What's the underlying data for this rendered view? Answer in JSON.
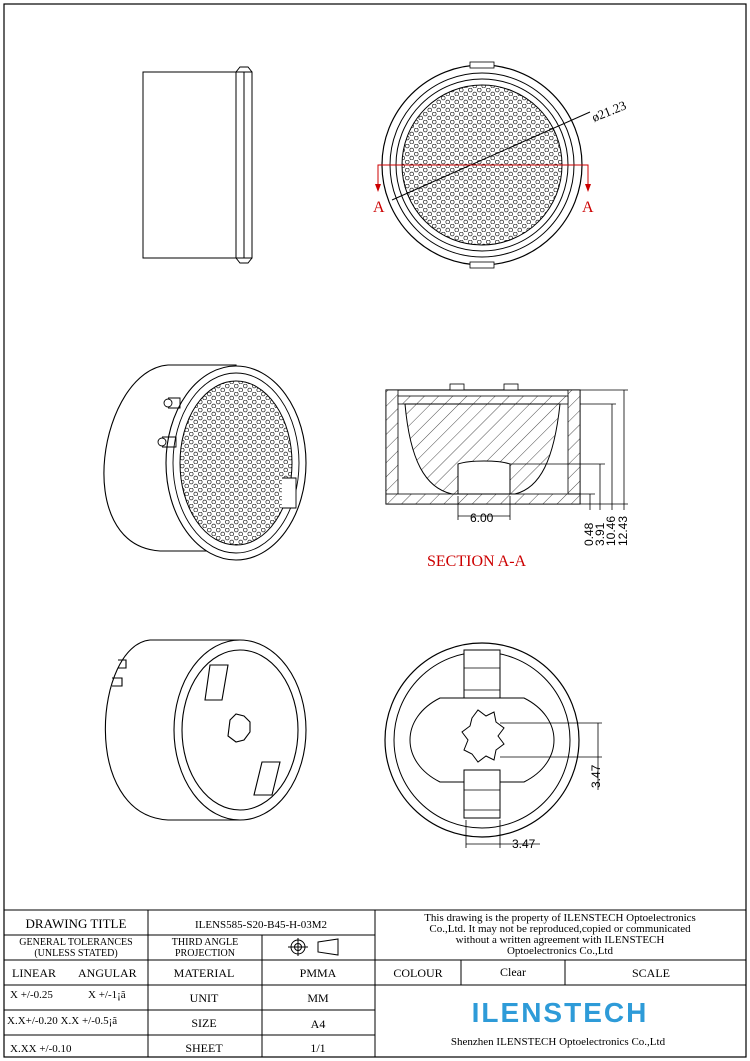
{
  "views": {
    "top": {
      "diameter_label": "ø21.23",
      "cut_mark_left": "A",
      "cut_mark_right": "A"
    },
    "section": {
      "title": "SECTION A-A",
      "width_dim": "6.00",
      "height_dims": [
        "0.48",
        "3.91",
        "10.46",
        "12.43"
      ]
    },
    "bottom": {
      "dim_vertical": "3.47",
      "dim_horizontal": "3.47"
    }
  },
  "title_block": {
    "drawing_title_label": "DRAWING TITLE",
    "drawing_title": "ILENS585-S20-B45-H-03M2",
    "general_tolerances_1": "GENERAL TOLERANCES",
    "general_tolerances_2": "(UNLESS STATED)",
    "projection_1": "THIRD ANGLE",
    "projection_2": "PROJECTION",
    "linear_label": "LINEAR",
    "angular_label": "ANGULAR",
    "tol_1": "X  +/-0.25",
    "tol_1_ang": "X  +/-1¡ã",
    "tol_2": "X.X+/-0.20 X.X +/-0.5¡ã",
    "tol_3": "X.XX +/-0.10",
    "material_label": "MATERIAL",
    "material": "PMMA",
    "unit_label": "UNIT",
    "unit": "MM",
    "size_label": "SIZE",
    "size": "A4",
    "sheet_label": "SHEET",
    "sheet": "1/1",
    "property_1": "This drawing is the property of ILENSTECH Optoelectronics",
    "property_2": "Co.,Ltd. It may not be reproduced,copied or communicated",
    "property_3": "without a written agreement with ILENSTECH",
    "property_4": "Optoelectronics Co.,Ltd",
    "colour_label": "COLOUR",
    "colour": "Clear",
    "scale_label": "SCALE",
    "logo_text": "ILENSTECH",
    "company": "Shenzhen ILENSTECH Optoelectronics Co.,Ltd",
    "logo_color": "#2e9bd8"
  }
}
